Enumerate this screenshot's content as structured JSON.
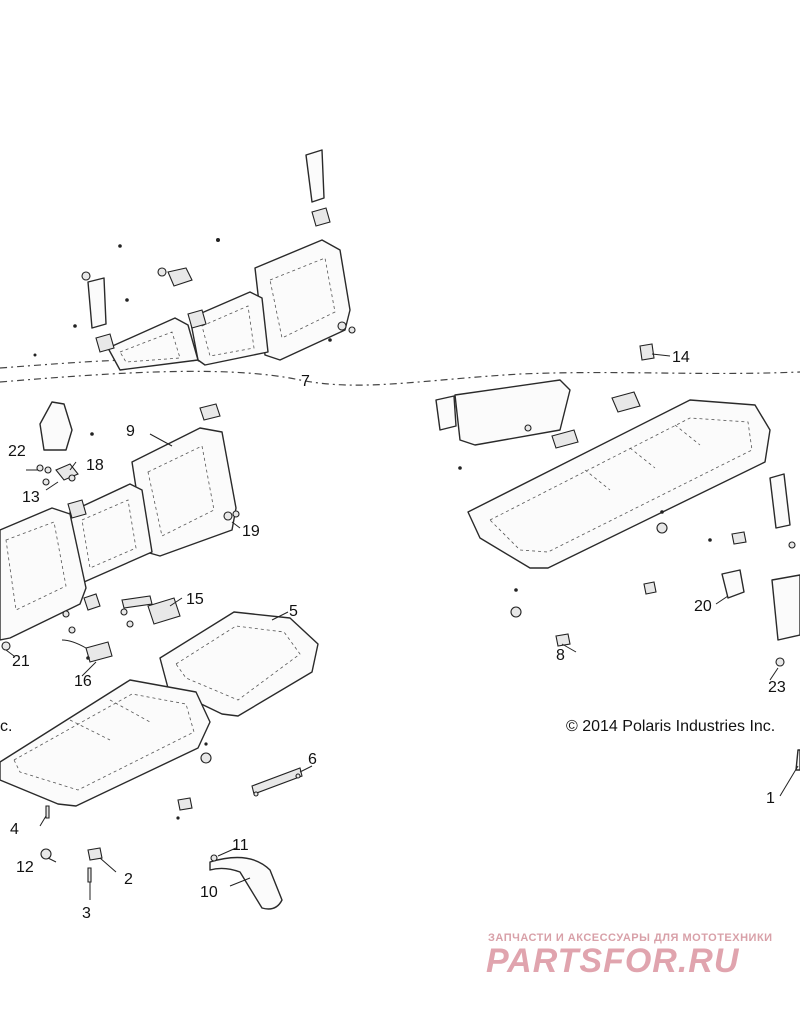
{
  "callouts": {
    "c1": "1",
    "c2": "2",
    "c3": "3",
    "c4": "4",
    "c5": "5",
    "c6": "6",
    "c7": "7",
    "c8": "8",
    "c9": "9",
    "c10": "10",
    "c11": "11",
    "c12": "12",
    "c13": "13",
    "c14": "14",
    "c15": "15",
    "c16": "16",
    "c18": "18",
    "c19": "19",
    "c20": "20",
    "c21": "21",
    "c22": "22",
    "c23": "23"
  },
  "copyright": "© 2014 Polaris Industries Inc.",
  "copyright_fragment": "c.",
  "watermark": {
    "tagline": "ЗАПЧАСТИ И АКСЕССУАРЫ ДЛЯ МОТОТЕХНИКИ",
    "logo": "PARTSFOR.RU",
    "tagline_color": "#d8a0a8",
    "logo_color": "#e0a4ae"
  }
}
